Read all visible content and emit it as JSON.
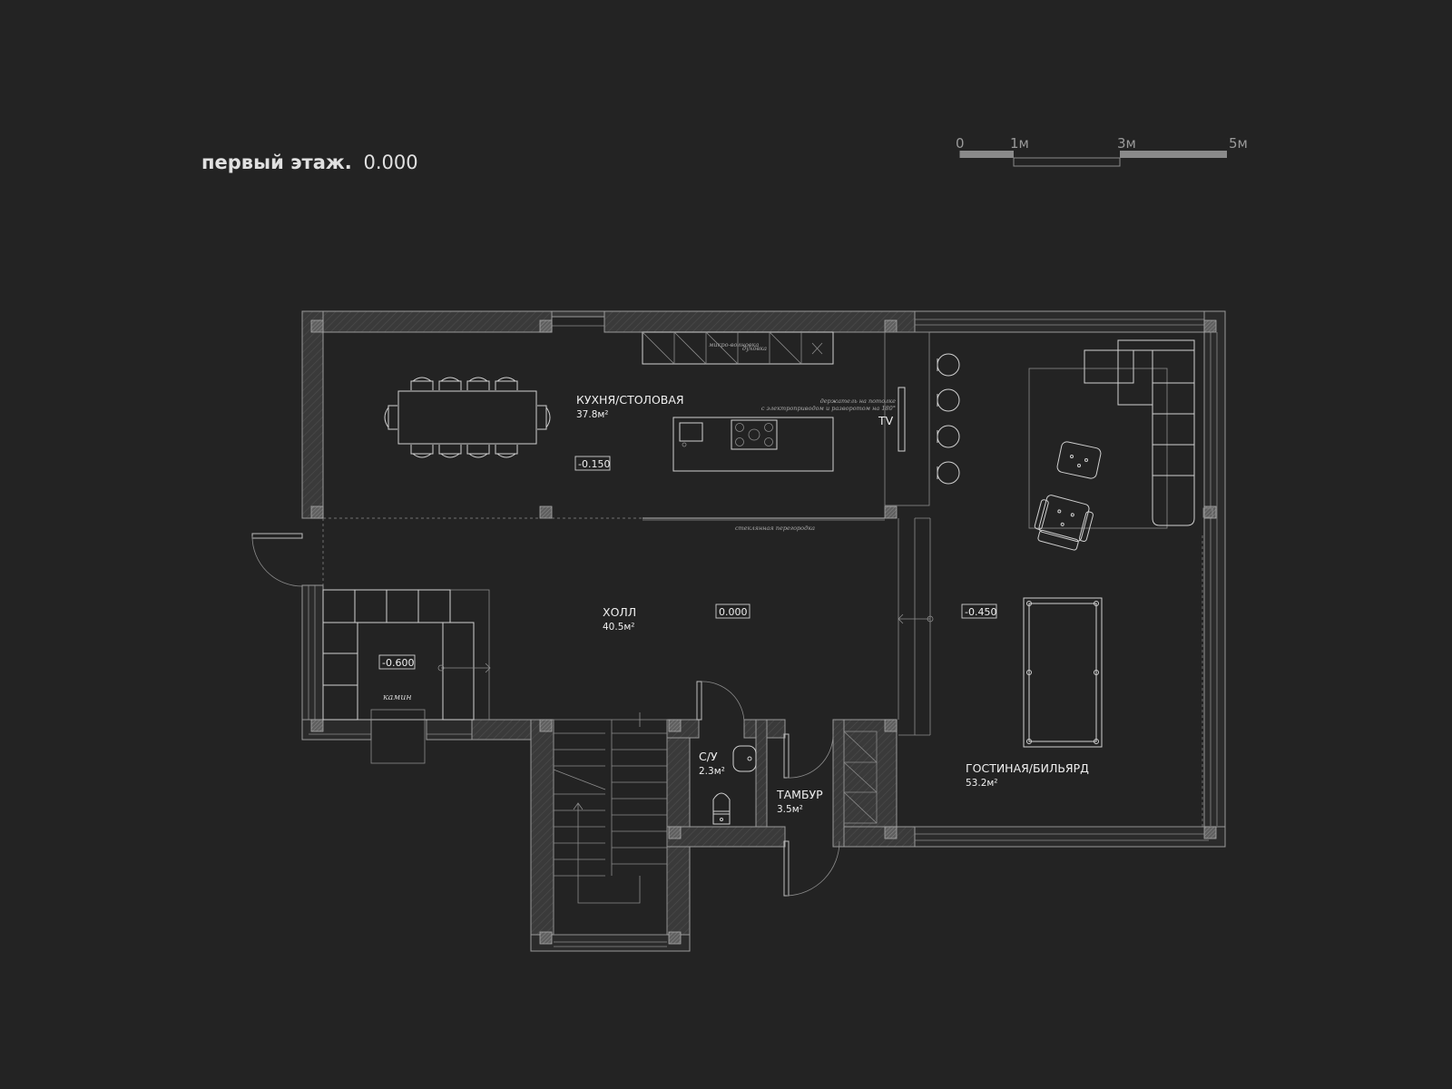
{
  "title": {
    "bold": "первый этаж.",
    "value": "0.000"
  },
  "scale_bar": {
    "labels": [
      "0",
      "1м",
      "3м",
      "5м"
    ],
    "color": "#8a8a8a"
  },
  "rooms": {
    "kitchen": {
      "name": "КУХНЯ/СТОЛОВАЯ",
      "area": "37.8м²"
    },
    "hall": {
      "name": "ХОЛЛ",
      "area": "40.5м²"
    },
    "living": {
      "name": "ГОСТИНАЯ/БИЛЬЯРД",
      "area": "53.2м²"
    },
    "wc": {
      "name": "С/У",
      "area": "2.3м²"
    },
    "vestibule": {
      "name": "ТАМБУР",
      "area": "3.5м²"
    }
  },
  "levels": {
    "kitchen": "-0.150",
    "hall": "0.000",
    "living": "-0.450",
    "lounge": "-0.600"
  },
  "notes": {
    "microwave": "микро-волновка",
    "oven": "духовка",
    "tv_mount_1": "держатель на потолке",
    "tv_mount_2": "с электроприводом и разворотом на 180°",
    "tv": "TV",
    "glass_partition": "стеклянная перегородка",
    "fireplace": "камин"
  },
  "colors": {
    "background": "#232323",
    "wall_fill": "#383838",
    "line": "#bdbdbd",
    "text": "#f0f0f0"
  }
}
